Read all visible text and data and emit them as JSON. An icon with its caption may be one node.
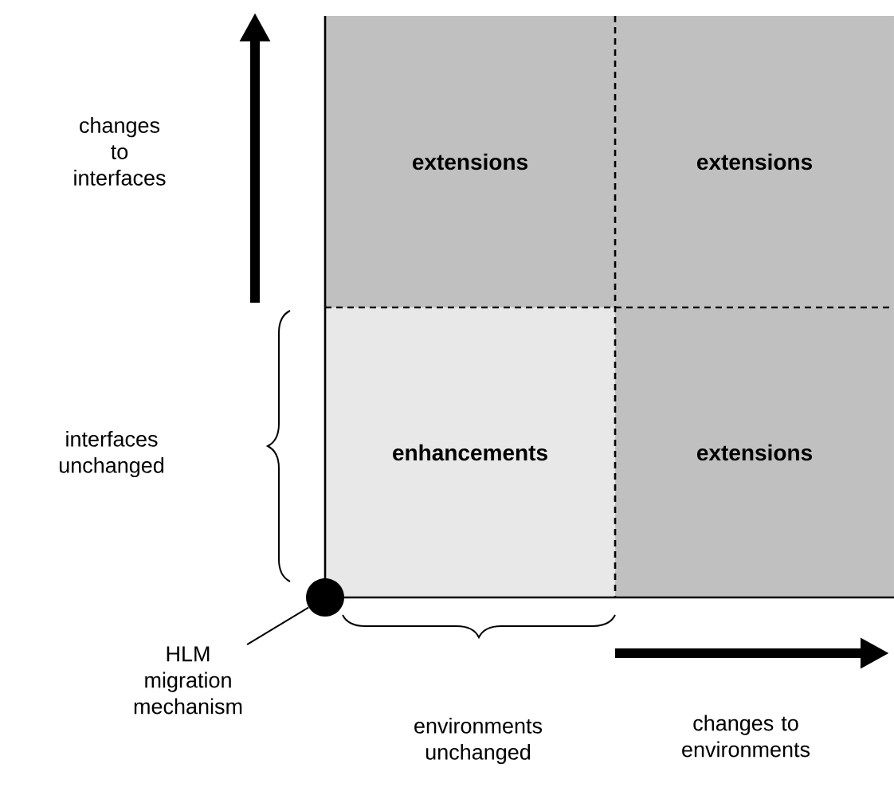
{
  "diagram": {
    "nodes": [
      {
        "text": [
          "extensions"
        ]
      },
      {
        "text": [
          "extensions"
        ]
      },
      {
        "text": [
          "enhancements"
        ]
      },
      {
        "text": [
          "extensions"
        ]
      },
      {
        "text": [
          "HLM migration mechanism"
        ]
      },
      {
        "text": [],
        "shape": "circle"
      }
    ],
    "edges": [
      {
        "from": 4,
        "to": 5,
        "arrow": "none"
      }
    ],
    "labels": [
      "changes to interfaces",
      "interfaces unchanged",
      "environments unchanged",
      "changes to environments"
    ]
  }
}
